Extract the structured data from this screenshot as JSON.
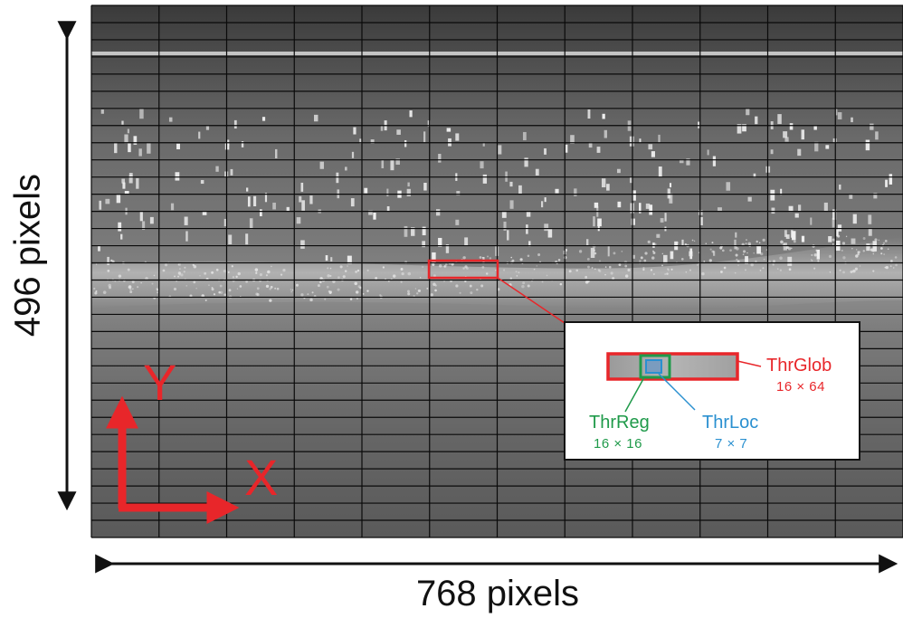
{
  "dimensions": {
    "width_label": "768 pixels",
    "height_label": "496 pixels"
  },
  "axes": {
    "x_label": "X",
    "y_label": "Y"
  },
  "inset": {
    "glob": {
      "name": "ThrGlob",
      "size": "16 × 64"
    },
    "reg": {
      "name": "ThrReg",
      "size": "16 × 16"
    },
    "loc": {
      "name": "ThrLoc",
      "size": "7 × 7"
    }
  },
  "colors": {
    "red": "#e8262a",
    "green": "#1f9a4a",
    "blue": "#2a90d0",
    "grid_line": "#0a0a0a"
  }
}
